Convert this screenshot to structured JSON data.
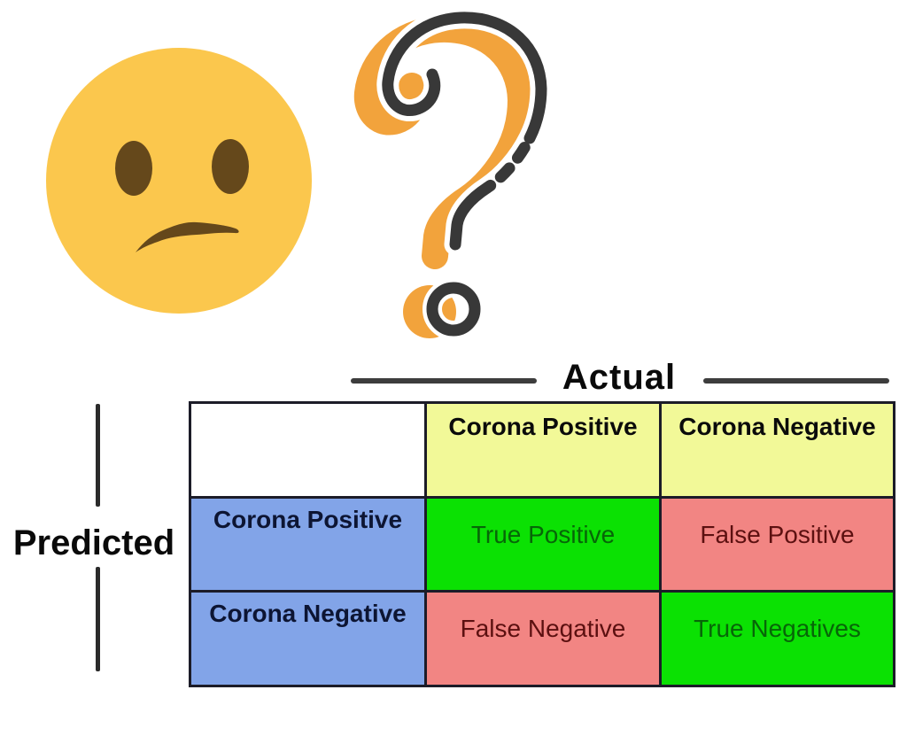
{
  "illustration": {
    "confused_face_icon": "confused-face-emoji",
    "question_mark_icon": "question-mark",
    "face_color": "#FBC74D",
    "face_feature_color": "#65481B",
    "question_mark_orange": "#F2A33C",
    "question_mark_dark": "#383838"
  },
  "matrix": {
    "actual_label": "Actual",
    "predicted_label": "Predicted",
    "column_headers": [
      "Corona Positive",
      "Corona Negative"
    ],
    "row_headers": [
      "Corona Positive",
      "Corona Negative"
    ],
    "cells": [
      [
        "True Positive",
        "False Positive"
      ],
      [
        "False Negative",
        "True Negatives"
      ]
    ],
    "colors": {
      "header_bg": "#F2F998",
      "row_header_bg": "#82A4E8",
      "true_bg": "#0BE103",
      "false_bg": "#F28583",
      "true_text": "#076608",
      "false_text": "#5C1010",
      "row_header_text": "#0D1533",
      "header_text": "#0B0B0B",
      "border": "#1C1C28",
      "axis_line": "#3D3D3D"
    }
  }
}
